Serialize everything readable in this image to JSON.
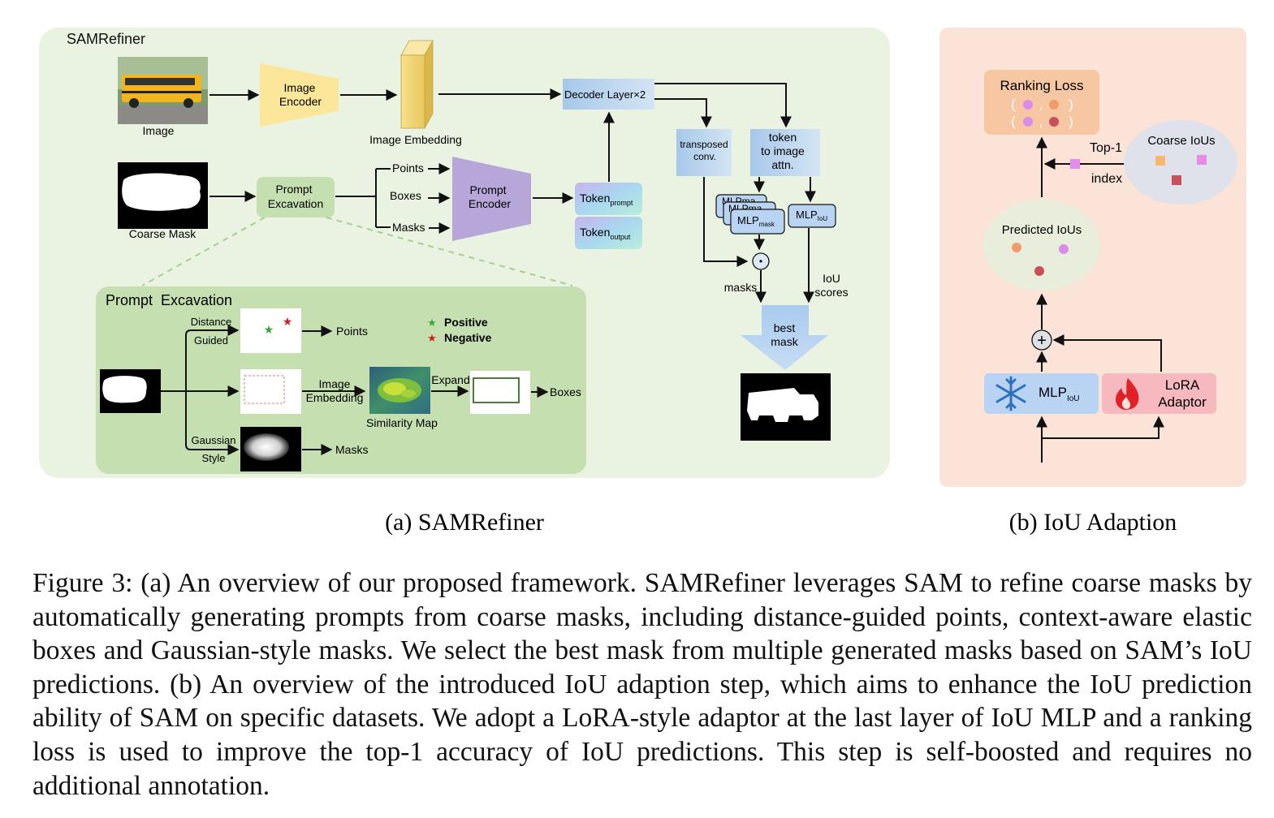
{
  "panel_a": {
    "title": "SAMRefiner",
    "image_label": "Image",
    "image_encoder": [
      "Image",
      "Encoder"
    ],
    "image_embedding": "Image Embedding",
    "decoder": "Decoder Layer×2",
    "coarse_mask": "Coarse Mask",
    "prompt_excavation_box": [
      "Prompt",
      "Excavation"
    ],
    "prompt_points": "Points",
    "prompt_boxes": "Boxes",
    "prompt_masks": "Masks",
    "prompt_encoder": [
      "Prompt",
      "Encoder"
    ],
    "token_prompt": {
      "main": "Token",
      "sub": "prompt"
    },
    "token_output": {
      "main": "Token",
      "sub": "output"
    },
    "transposed_conv": [
      "transposed",
      "conv."
    ],
    "token_to_image": [
      "token",
      "to image",
      "attn."
    ],
    "mlp_stack_1": "MLPma",
    "mlp_stack_2": "MLPma",
    "mlp_mask": {
      "main": "MLP",
      "sub": "mask"
    },
    "mlp_iou": {
      "main": "MLP",
      "sub": "IoU"
    },
    "multiply_symbol": "•",
    "masks_label": "masks",
    "iou_scores": [
      "IoU",
      "scores"
    ],
    "best_mask": [
      "best",
      "mask"
    ],
    "sub": {
      "title": "Prompt  Excavation",
      "distance_guided": [
        "Distance",
        "Guided"
      ],
      "points": "Points",
      "positive": "Positive",
      "negative": "Negative",
      "image_embedding": [
        "Image",
        "Embedding"
      ],
      "similarity_map": "Similarity Map",
      "expand": "Expand",
      "boxes": "Boxes",
      "gaussian_style": [
        "Gaussian",
        "Style"
      ],
      "masks": "Masks"
    }
  },
  "panel_b": {
    "ranking_loss": "Ranking Loss",
    "top1": "Top-1",
    "index": "index",
    "coarse_ious": "Coarse IoUs",
    "predicted_ious": "Predicted IoUs",
    "plus_symbol": "+",
    "mlp_iou": {
      "main": "MLP",
      "sub": "IoU"
    },
    "lora": [
      "LoRA",
      "Adaptor"
    ],
    "paren_open": "(",
    "paren_close": ")",
    "comma": ","
  },
  "subcaptions": {
    "a": "(a) SAMRefiner",
    "b": "(b) IoU Adaption"
  },
  "caption": "Figure 3: (a) An overview of our proposed framework. SAMRefiner leverages SAM to refine coarse masks by automatically generating prompts from coarse masks, including distance-guided points, context-aware elastic boxes and Gaussian-style masks. We select the best mask from multiple generated masks based on SAM’s IoU predictions. (b) An overview of the introduced IoU adaption step, which aims to enhance the IoU prediction ability of SAM on specific datasets. We adopt a LoRA-style adaptor at the last layer of IoU MLP and a ranking loss is used to improve the top-1 accuracy of IoU predictions. This step is self-boosted and requires no additional annotation.",
  "colors": {
    "panel_a_bg": "#eaf3e2",
    "sub_panel_bg": "#c5dfb0",
    "panel_b_bg": "#fbe3d7",
    "encoder_yellow": "#fbe69a",
    "prompt_encoder_purple": "#b7a6d8",
    "decoder_blue": "#bcd6ee",
    "ranking_orange": "#f7c7a4",
    "mlp_blue": "#b9d4f2",
    "lora_red": "#f7b9c0",
    "accent_red": "#e22027",
    "positive_green": "#3aa33a",
    "negative_red": "#d11f1f"
  },
  "icons": [
    "snowflake-icon",
    "flame-icon",
    "star-icon",
    "arrow-icon"
  ]
}
